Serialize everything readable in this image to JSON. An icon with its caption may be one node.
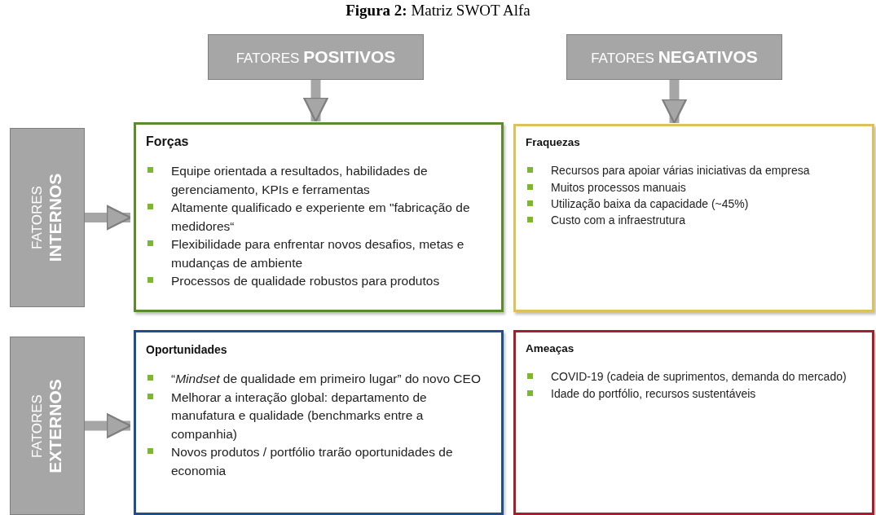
{
  "diagram": {
    "title": "**Figura 2:** Matriz SWOT Alfa",
    "nodes": [
      {
        "text": [
          "FATORES **POSITIVOS**"
        ]
      },
      {
        "text": [
          "FATORES **NEGATIVOS**"
        ]
      },
      {
        "text": [
          "FATORES **INTERNOS**"
        ]
      },
      {
        "text": [
          "Forças",
          "Equipe orientada a resultados, habilidades de gerenciamento, KPIs e ferramentas",
          "Altamente qualificado e experiente em \"fabricação de medidores“",
          "Flexibilidade para enfrentar novos desafios, metas e mudanças de ambiente",
          "Processos de qualidade robustos para produtos"
        ]
      },
      {
        "text": [
          "Fraquezas",
          "Recursos para apoiar várias iniciativas da empresa",
          "Muitos processos manuais",
          "Utilização baixa da capacidade (~45%)",
          "Custo com a infraestrutura"
        ]
      },
      {
        "text": [
          "FATORES **EXTERNOS**"
        ]
      },
      {
        "text": [
          "Oportunidades",
          "“*Mindset* de qualidade em primeiro lugar” do novo CEO",
          "Melhorar a interação global: departamento de manufatura e qualidade (benchmarks entre a companhia)",
          "Novos produtos / portfólio trarão oportunidades de economia"
        ]
      },
      {
        "text": [
          "Ameaças",
          "COVID-19 (cadeia de suprimentos, demanda do mercado)",
          "Idade do portfólio, recursos sustentáveis"
        ]
      }
    ],
    "edges": [
      {
        "from": 0,
        "to": 3,
        "arrow": "to"
      },
      {
        "from": 1,
        "to": 4,
        "arrow": "to"
      },
      {
        "from": 2,
        "to": 3,
        "arrow": "to"
      },
      {
        "from": 5,
        "to": 6,
        "arrow": "to"
      }
    ]
  }
}
